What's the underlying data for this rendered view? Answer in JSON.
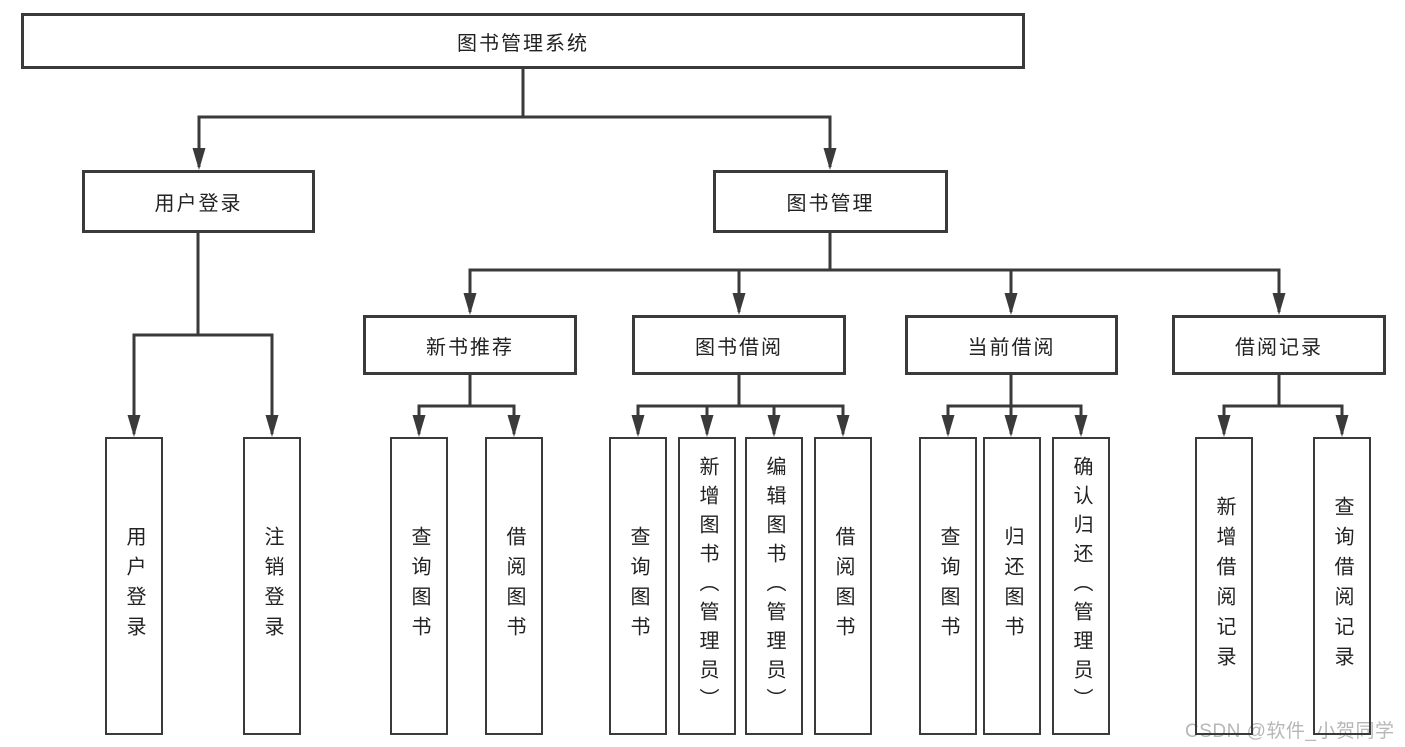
{
  "diagram": {
    "title": "图书管理系统",
    "root": {
      "label": "图书管理系统"
    },
    "level2": [
      {
        "id": "user-login",
        "label": "用户登录"
      },
      {
        "id": "book-management",
        "label": "图书管理"
      }
    ],
    "level3": [
      {
        "id": "new-book-recommend",
        "label": "新书推荐"
      },
      {
        "id": "book-borrowing",
        "label": "图书借阅"
      },
      {
        "id": "current-borrowing",
        "label": "当前借阅"
      },
      {
        "id": "borrowing-records",
        "label": "借阅记录"
      }
    ],
    "leaves": [
      {
        "id": "user-login-leaf",
        "parent": "user-login",
        "label": "用户登录"
      },
      {
        "id": "logout-login",
        "parent": "user-login",
        "label": "注销登录"
      },
      {
        "id": "query-books-recommend",
        "parent": "new-book-recommend",
        "label": "查询图书"
      },
      {
        "id": "borrow-books-recommend",
        "parent": "new-book-recommend",
        "label": "借阅图书"
      },
      {
        "id": "query-books-borrowing",
        "parent": "book-borrowing",
        "label": "查询图书"
      },
      {
        "id": "add-books-admin",
        "parent": "book-borrowing",
        "label": "新增图书（管理员）"
      },
      {
        "id": "edit-books-admin",
        "parent": "book-borrowing",
        "label": "编辑图书（管理员）"
      },
      {
        "id": "borrow-books-borrowing",
        "parent": "book-borrowing",
        "label": "借阅图书"
      },
      {
        "id": "query-books-current",
        "parent": "current-borrowing",
        "label": "查询图书"
      },
      {
        "id": "return-books",
        "parent": "current-borrowing",
        "label": "归还图书"
      },
      {
        "id": "confirm-return-admin",
        "parent": "current-borrowing",
        "label": "确认归还（管理员）"
      },
      {
        "id": "add-borrow-record",
        "parent": "borrowing-records",
        "label": "新增借阅记录"
      },
      {
        "id": "query-borrow-record",
        "parent": "borrowing-records",
        "label": "查询借阅记录"
      }
    ],
    "watermark": "CSDN @软件_小贺同学",
    "colors": {
      "line": "#3a3a3a",
      "text": "#222222",
      "watermark": "#b7b7b7",
      "background": "#ffffff"
    }
  }
}
